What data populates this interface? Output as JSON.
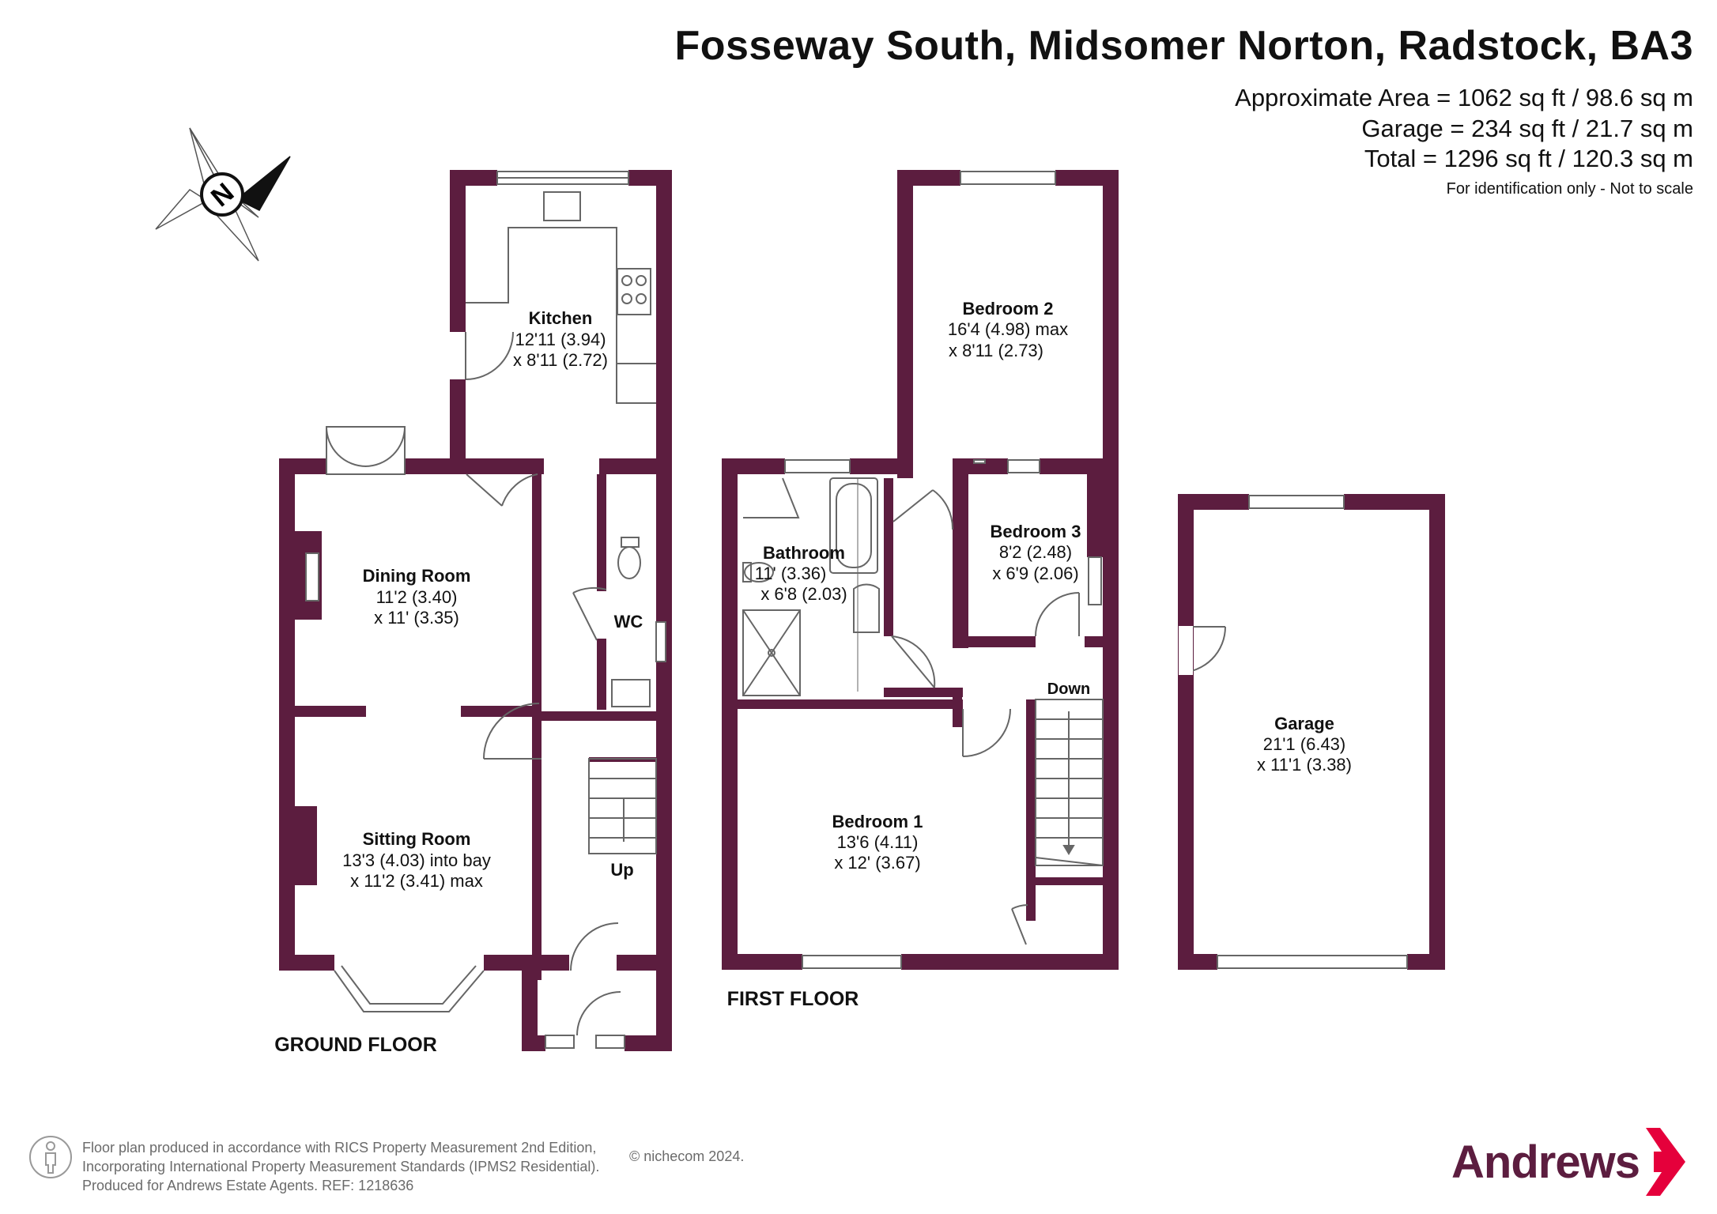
{
  "header": {
    "title": "Fosseway South, Midsomer Norton, Radstock, BA3",
    "area_line_1": "Approximate Area = 1062 sq ft / 98.6 sq m",
    "area_line_2": "Garage = 234 sq ft / 21.7 sq m",
    "area_line_3": "Total = 1296 sq ft / 120.3 sq m",
    "disclaimer": "For identification only - Not to scale"
  },
  "colors": {
    "wall": "#5c1d3f",
    "brand": "#5c1d3f",
    "accent": "#e5003b",
    "text": "#111111",
    "footer_text": "#6b6b6b"
  },
  "floors": {
    "ground": {
      "label": "GROUND FLOOR",
      "rooms": {
        "kitchen": {
          "name": "Kitchen",
          "dim1": "12'11 (3.94)",
          "dim2": "x 8'11 (2.72)"
        },
        "dining": {
          "name": "Dining Room",
          "dim1": "11'2 (3.40)",
          "dim2": "x 11' (3.35)"
        },
        "sitting": {
          "name": "Sitting Room",
          "dim1": "13'3 (4.03) into bay",
          "dim2": "x 11'2 (3.41) max"
        },
        "wc": {
          "name": "WC"
        }
      },
      "stairs_label": "Up"
    },
    "first": {
      "label": "FIRST FLOOR",
      "rooms": {
        "bedroom1": {
          "name": "Bedroom 1",
          "dim1": "13'6 (4.11)",
          "dim2": "x 12' (3.67)"
        },
        "bedroom2": {
          "name": "Bedroom 2",
          "dim1": "16'4 (4.98) max",
          "dim2": "x 8'11 (2.73)"
        },
        "bedroom3": {
          "name": "Bedroom 3",
          "dim1": "8'2 (2.48)",
          "dim2": "x 6'9 (2.06)"
        },
        "bathroom": {
          "name": "Bathroom",
          "dim1": "11' (3.36)",
          "dim2": "x 6'8 (2.03)"
        }
      },
      "stairs_label": "Down"
    },
    "garage": {
      "rooms": {
        "garage": {
          "name": "Garage",
          "dim1": "21'1 (6.43)",
          "dim2": "x 11'1 (3.38)"
        }
      }
    }
  },
  "compass": {
    "icon": "compass-north-icon",
    "letter": "N"
  },
  "footer": {
    "line_1": "Floor plan produced in accordance with RICS Property Measurement 2nd Edition,",
    "line_2": "Incorporating International Property Measurement Standards (IPMS2 Residential).",
    "line_3": "Produced for Andrews Estate Agents.   REF: 1218636",
    "copyright": "© nichecom 2024.",
    "icon": "person-icon"
  },
  "logo": {
    "text": "Andrews",
    "icon": "chevron-right-icon"
  }
}
